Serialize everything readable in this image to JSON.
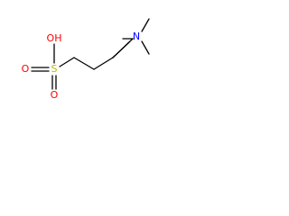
{
  "structure": {
    "atoms": {
      "oh": {
        "text": "OH",
        "color": "#ff0000"
      },
      "s": {
        "text": "S",
        "color": "#b8b800"
      },
      "o1": {
        "text": "O",
        "color": "#ff0000"
      },
      "o2": {
        "text": "O",
        "color": "#ff0000"
      },
      "n": {
        "text": "N",
        "color": "#0000ff"
      }
    },
    "bond_color": "#000000",
    "background": "#ffffff"
  }
}
